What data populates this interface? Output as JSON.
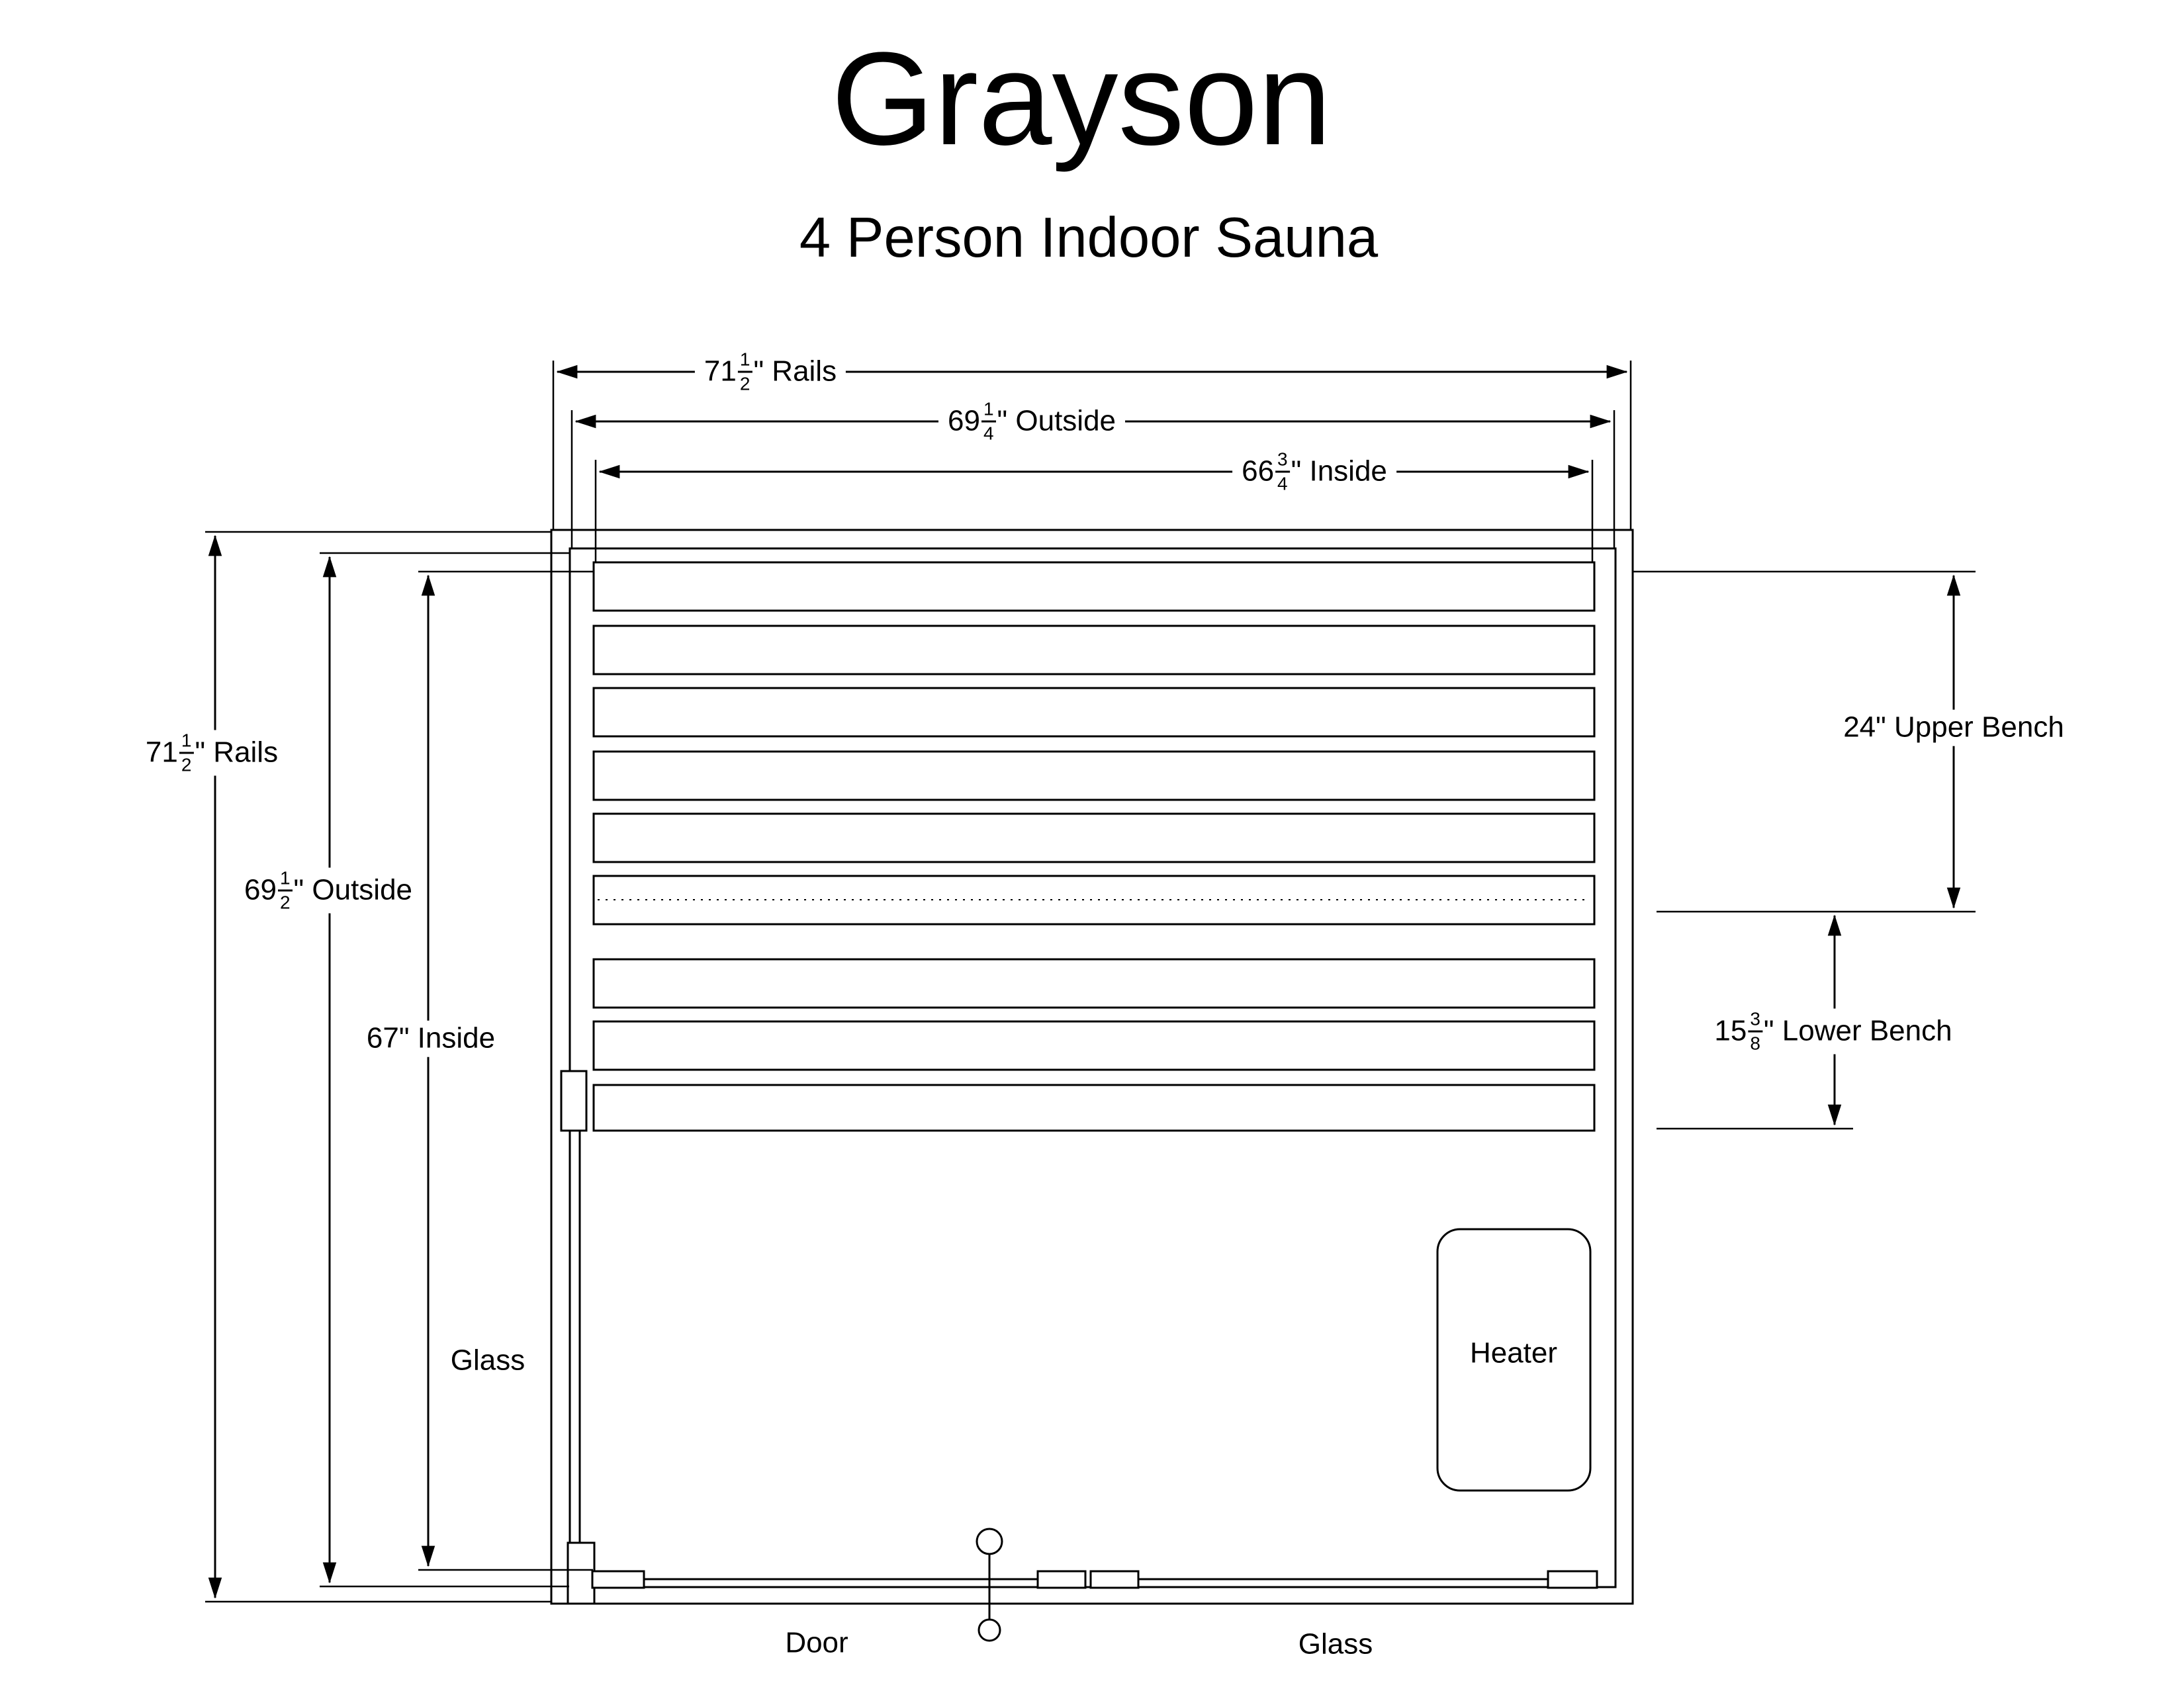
{
  "title": "Grayson",
  "subtitle": "4 Person Indoor Sauna",
  "dimensions": {
    "top_rails": {
      "whole": "71",
      "num": "1",
      "den": "2",
      "suffix": "\" Rails"
    },
    "top_outside": {
      "whole": "69",
      "num": "1",
      "den": "4",
      "suffix": "\" Outside"
    },
    "top_inside": {
      "whole": "66",
      "num": "3",
      "den": "4",
      "suffix": "\" Inside"
    },
    "left_rails": {
      "whole": "71",
      "num": "1",
      "den": "2",
      "suffix": "\" Rails"
    },
    "left_outside": {
      "whole": "69",
      "num": "1",
      "den": "2",
      "suffix": "\" Outside"
    },
    "left_inside": "67\" Inside",
    "upper_bench": "24\" Upper Bench",
    "lower_bench": {
      "whole": "15",
      "num": "3",
      "den": "8",
      "suffix": "\" Lower Bench"
    }
  },
  "labels": {
    "heater": "Heater",
    "door": "Door",
    "glass_left": "Glass",
    "glass_bottom": "Glass"
  },
  "colors": {
    "line": "#000000",
    "background": "#ffffff"
  }
}
